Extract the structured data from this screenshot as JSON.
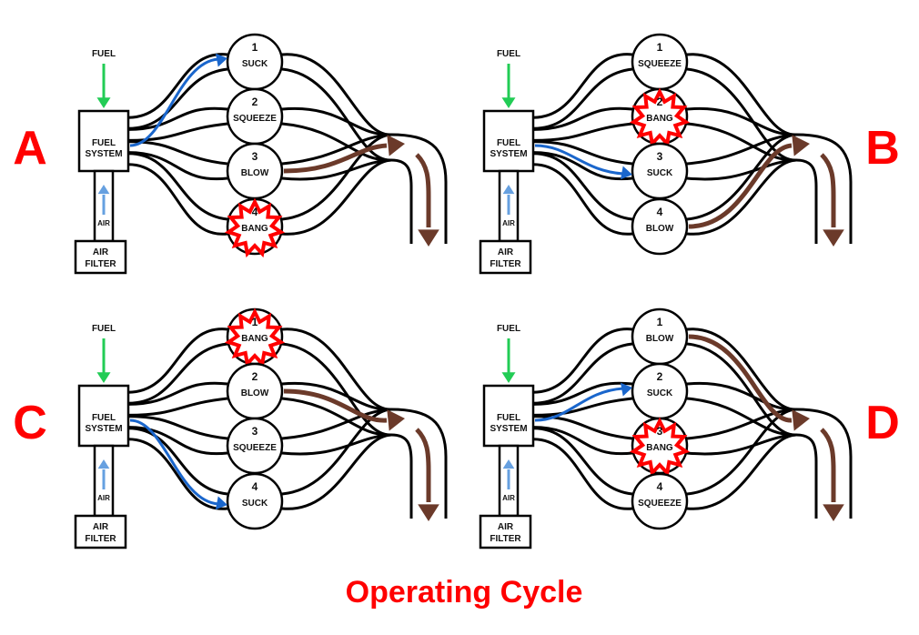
{
  "title": "Operating Cycle",
  "labels": {
    "fuel": "FUEL",
    "fuel_system_1": "FUEL",
    "fuel_system_2": "SYSTEM",
    "air": "AIR",
    "air_filter_1": "AIR",
    "air_filter_2": "FILTER"
  },
  "colors": {
    "accent": "#ff0000",
    "fuel_arrow": "#22cc55",
    "intake_arrow": "#1a66cc",
    "air_arrow": "#66a0e0",
    "exhaust_arrow": "#6b3a2a",
    "outline": "#000000"
  },
  "panels": [
    {
      "id": "A",
      "letter": "A",
      "intake": 1,
      "exhaust": 3,
      "cylinders": [
        {
          "number": "1",
          "stroke": "SUCK",
          "bang": false
        },
        {
          "number": "2",
          "stroke": "SQUEEZE",
          "bang": false
        },
        {
          "number": "3",
          "stroke": "BLOW",
          "bang": false
        },
        {
          "number": "4",
          "stroke": "BANG",
          "bang": true
        }
      ]
    },
    {
      "id": "B",
      "letter": "B",
      "intake": 3,
      "exhaust": 4,
      "cylinders": [
        {
          "number": "1",
          "stroke": "SQUEEZE",
          "bang": false
        },
        {
          "number": "2",
          "stroke": "BANG",
          "bang": true
        },
        {
          "number": "3",
          "stroke": "SUCK",
          "bang": false
        },
        {
          "number": "4",
          "stroke": "BLOW",
          "bang": false
        }
      ]
    },
    {
      "id": "C",
      "letter": "C",
      "intake": 4,
      "exhaust": 2,
      "cylinders": [
        {
          "number": "1",
          "stroke": "BANG",
          "bang": true
        },
        {
          "number": "2",
          "stroke": "BLOW",
          "bang": false
        },
        {
          "number": "3",
          "stroke": "SQUEEZE",
          "bang": false
        },
        {
          "number": "4",
          "stroke": "SUCK",
          "bang": false
        }
      ]
    },
    {
      "id": "D",
      "letter": "D",
      "intake": 2,
      "exhaust": 1,
      "cylinders": [
        {
          "number": "1",
          "stroke": "BLOW",
          "bang": false
        },
        {
          "number": "2",
          "stroke": "SUCK",
          "bang": false
        },
        {
          "number": "3",
          "stroke": "BANG",
          "bang": true
        },
        {
          "number": "4",
          "stroke": "SQUEEZE",
          "bang": false
        }
      ]
    }
  ]
}
